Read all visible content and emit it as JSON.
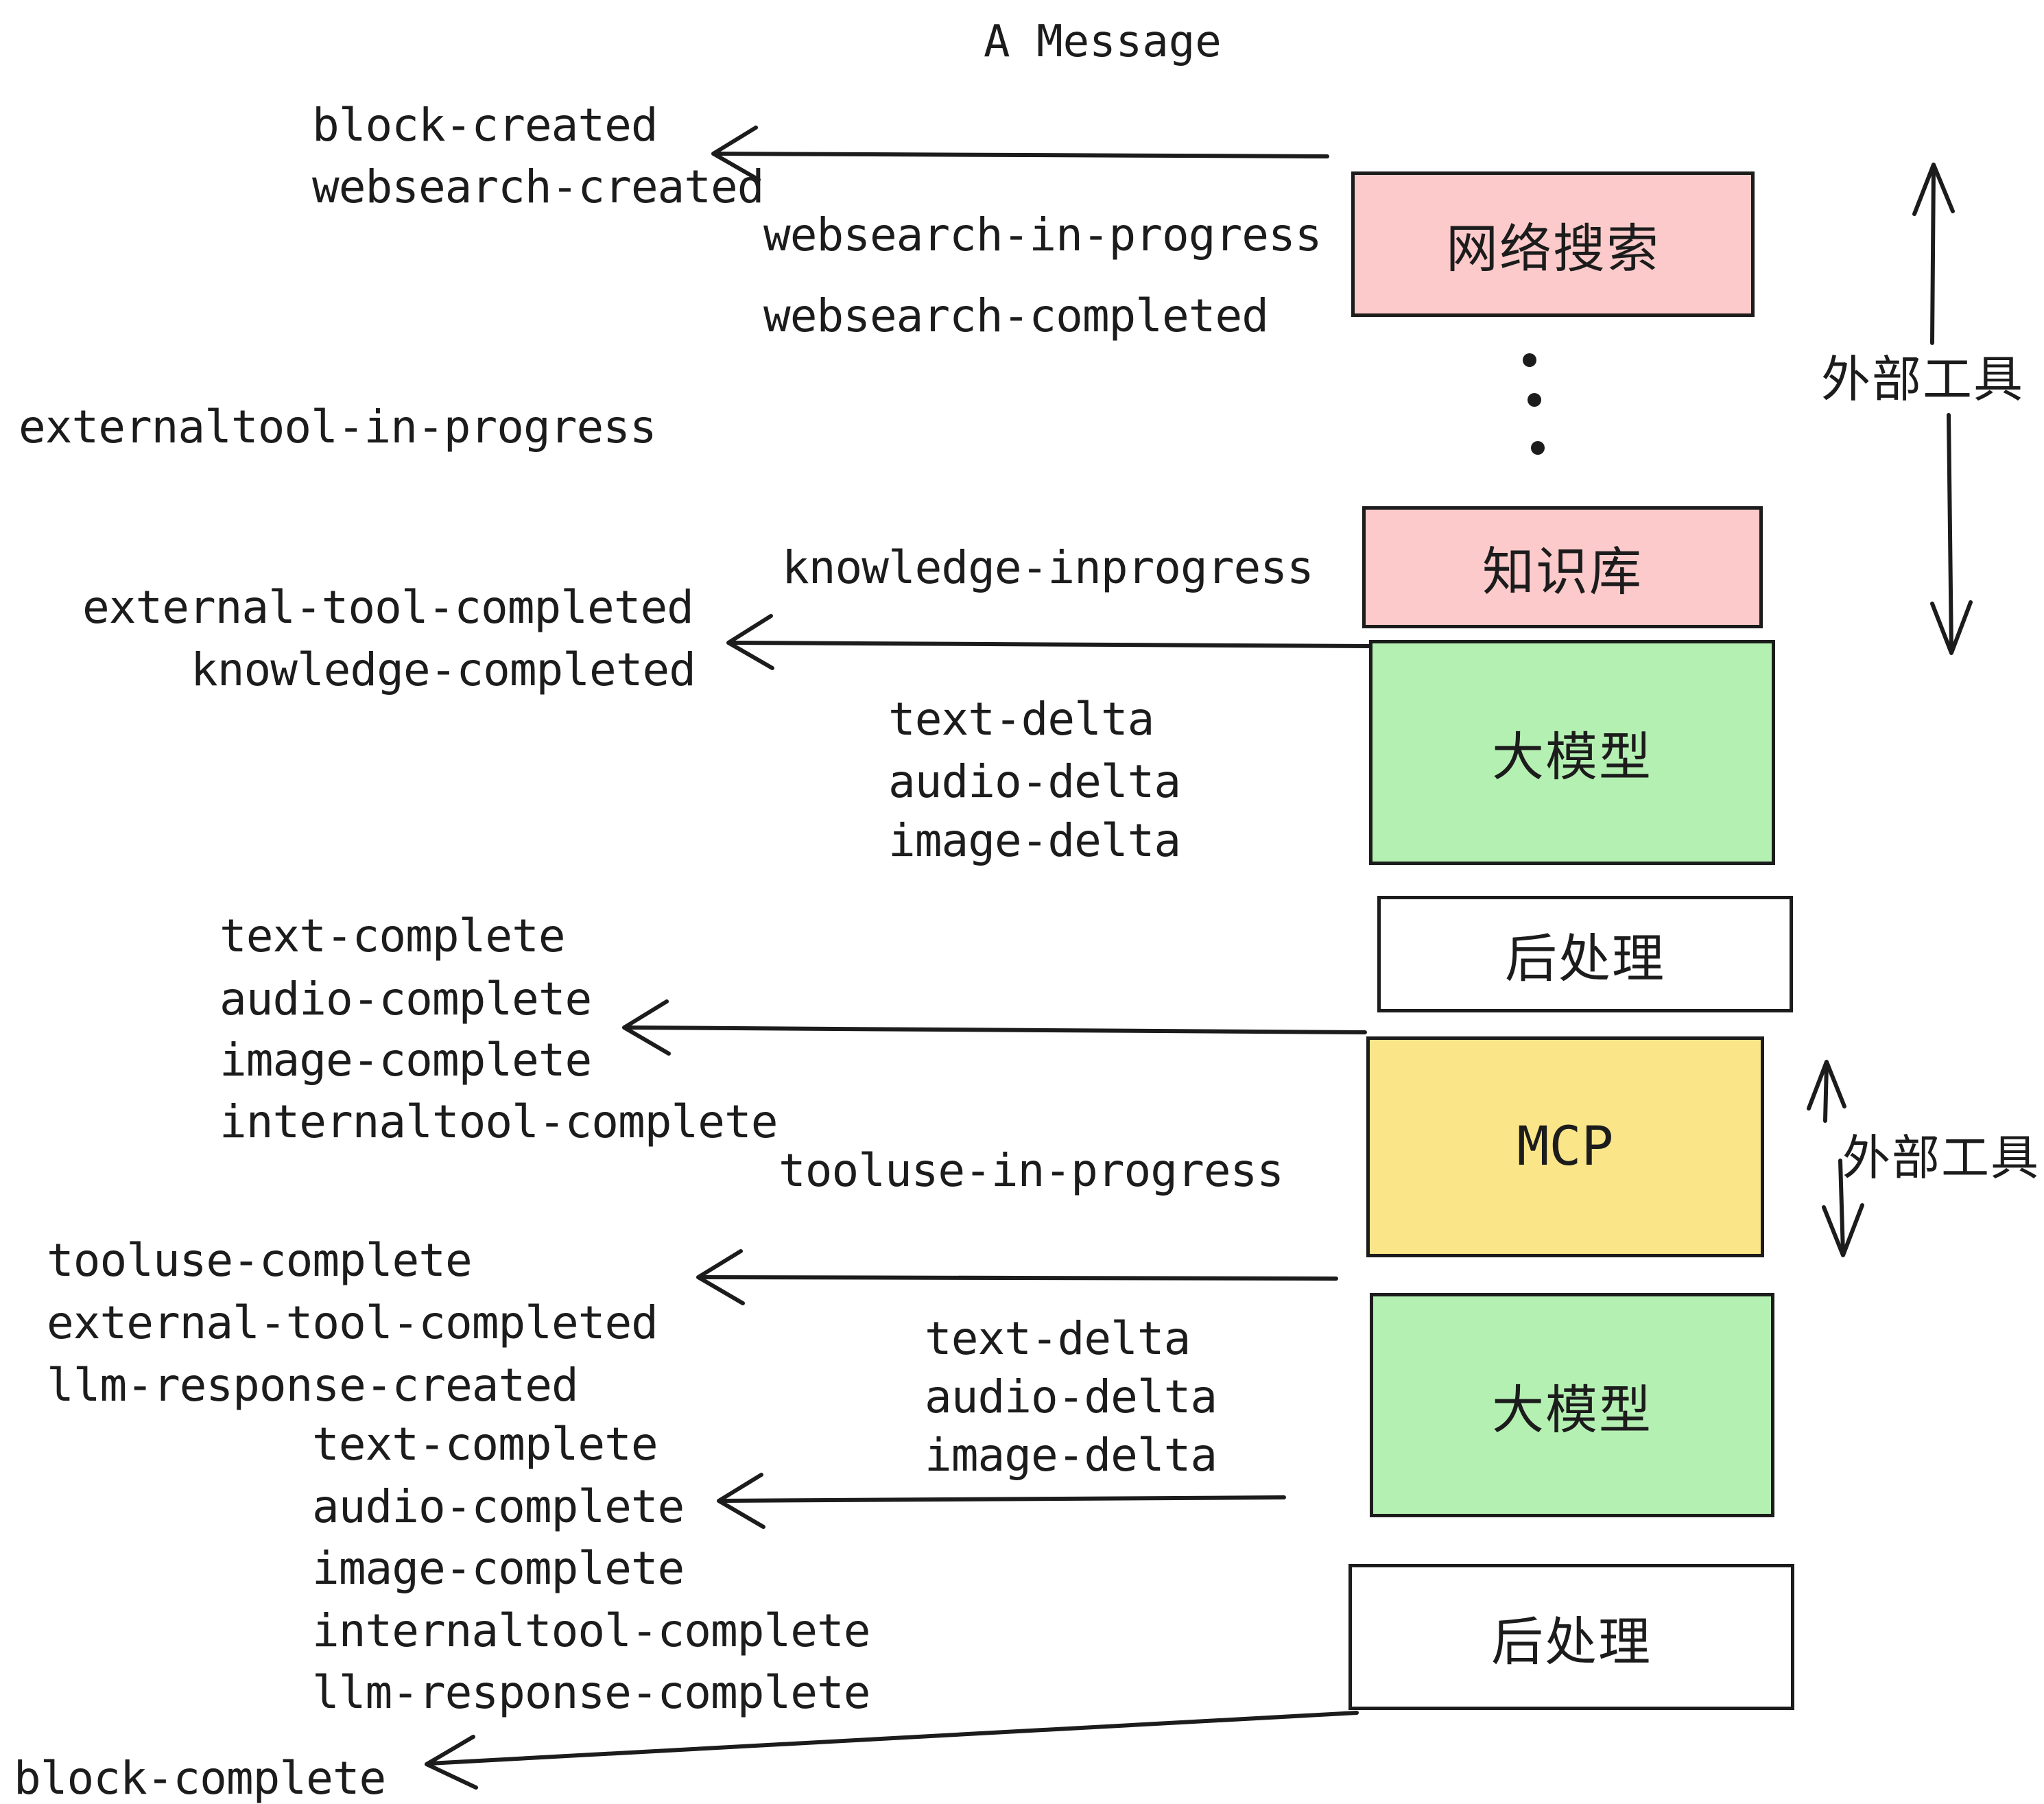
{
  "title": "A Message",
  "colors": {
    "pink": "#fccaca",
    "green": "#b5f0b3",
    "yellow": "#fae588",
    "white": "#ffffff",
    "ink": "#1c1c1c"
  },
  "boxes": {
    "websearch": {
      "label": "网络搜索"
    },
    "knowledge": {
      "label": "知识库"
    },
    "llm1": {
      "label": "大模型"
    },
    "post1": {
      "label": "后处理"
    },
    "mcp": {
      "label": "MCP"
    },
    "llm2": {
      "label": "大模型"
    },
    "post2": {
      "label": "后处理"
    }
  },
  "side_labels": {
    "external_tools_top": "外部工具",
    "external_tools_mcp": "外部工具"
  },
  "events": {
    "block_created": "block-created",
    "websearch_created": "websearch-created",
    "websearch_in_progress": "websearch-in-progress",
    "websearch_completed": "websearch-completed",
    "externaltool_in_progress": "externaltool-in-progress",
    "knowledge_inprogress": "knowledge-inprogress",
    "external_tool_completed": "external-tool-completed",
    "knowledge_completed": "knowledge-completed",
    "text_delta": "text-delta",
    "audio_delta": "audio-delta",
    "image_delta": "image-delta",
    "text_complete": "text-complete",
    "audio_complete": "audio-complete",
    "image_complete": "image-complete",
    "internaltool_complete": "internaltool-complete",
    "tooluse_in_progress": "tooluse-in-progress",
    "tooluse_complete": "tooluse-complete",
    "llm_response_created": "llm-response-created",
    "llm_response_complete": "llm-response-complete",
    "block_complete": "block-complete"
  },
  "arrows": [
    {
      "name": "websearch-to-block-created",
      "direction": "left"
    },
    {
      "name": "knowledge-to-knowledge-completed",
      "direction": "left"
    },
    {
      "name": "llm1-to-image-complete",
      "direction": "left"
    },
    {
      "name": "mcp-to-external-tool-completed",
      "direction": "left"
    },
    {
      "name": "llm2-to-audio-complete",
      "direction": "left"
    },
    {
      "name": "post2-to-block-complete",
      "direction": "down-left"
    },
    {
      "name": "external-tools-span-top",
      "direction": "up-down"
    },
    {
      "name": "external-tools-span-mcp",
      "direction": "up-down"
    }
  ]
}
